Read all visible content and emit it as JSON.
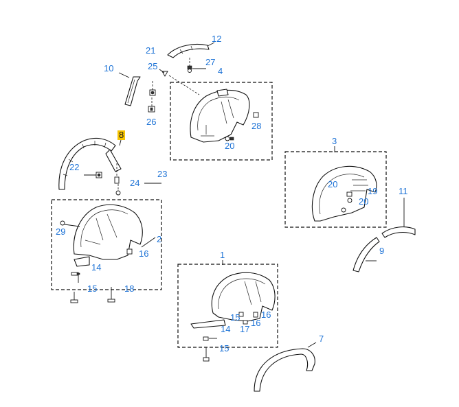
{
  "diagram": {
    "callouts": [
      {
        "label": "12"
      },
      {
        "label": "21"
      },
      {
        "label": "25"
      },
      {
        "label": "27"
      },
      {
        "label": "4"
      },
      {
        "label": "10"
      },
      {
        "label": "26"
      },
      {
        "label": "28"
      },
      {
        "label": "20"
      },
      {
        "label": "8",
        "highlight": true
      },
      {
        "label": "22"
      },
      {
        "label": "23"
      },
      {
        "label": "24"
      },
      {
        "label": "3"
      },
      {
        "label": "20"
      },
      {
        "label": "19"
      },
      {
        "label": "20"
      },
      {
        "label": "11"
      },
      {
        "label": "29"
      },
      {
        "label": "2"
      },
      {
        "label": "16"
      },
      {
        "label": "14"
      },
      {
        "label": "15"
      },
      {
        "label": "18"
      },
      {
        "label": "9"
      },
      {
        "label": "1"
      },
      {
        "label": "16"
      },
      {
        "label": "15"
      },
      {
        "label": "14"
      },
      {
        "label": "17"
      },
      {
        "label": "16"
      },
      {
        "label": "15"
      },
      {
        "label": "7"
      }
    ]
  }
}
